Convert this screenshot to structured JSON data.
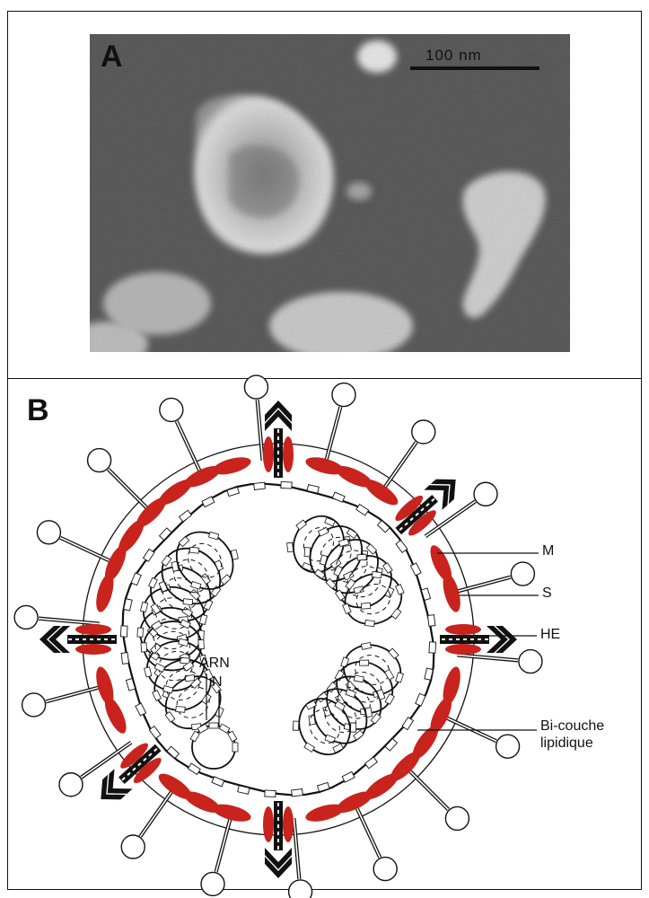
{
  "panel_a": {
    "letter": "A",
    "scale_label": "100 nm"
  },
  "panel_b": {
    "letter": "B",
    "labels": {
      "m": "M",
      "s": "S",
      "he": "HE",
      "bilayer_line1": "Bi-couche",
      "bilayer_line2": "lipidique",
      "arn": "ARN",
      "n": "N"
    }
  },
  "colors": {
    "membrane_protein_m": "#c8231d",
    "ink": "#111111",
    "micrograph_background": "#5f5f5f",
    "virion": "#dcdcdc"
  },
  "icons": {
    "spike_s": "lollipop-spike-icon",
    "hemagglutinin_esterase": "chevron-arrow-icon",
    "nucleocapsid": "helical-coil-icon"
  }
}
